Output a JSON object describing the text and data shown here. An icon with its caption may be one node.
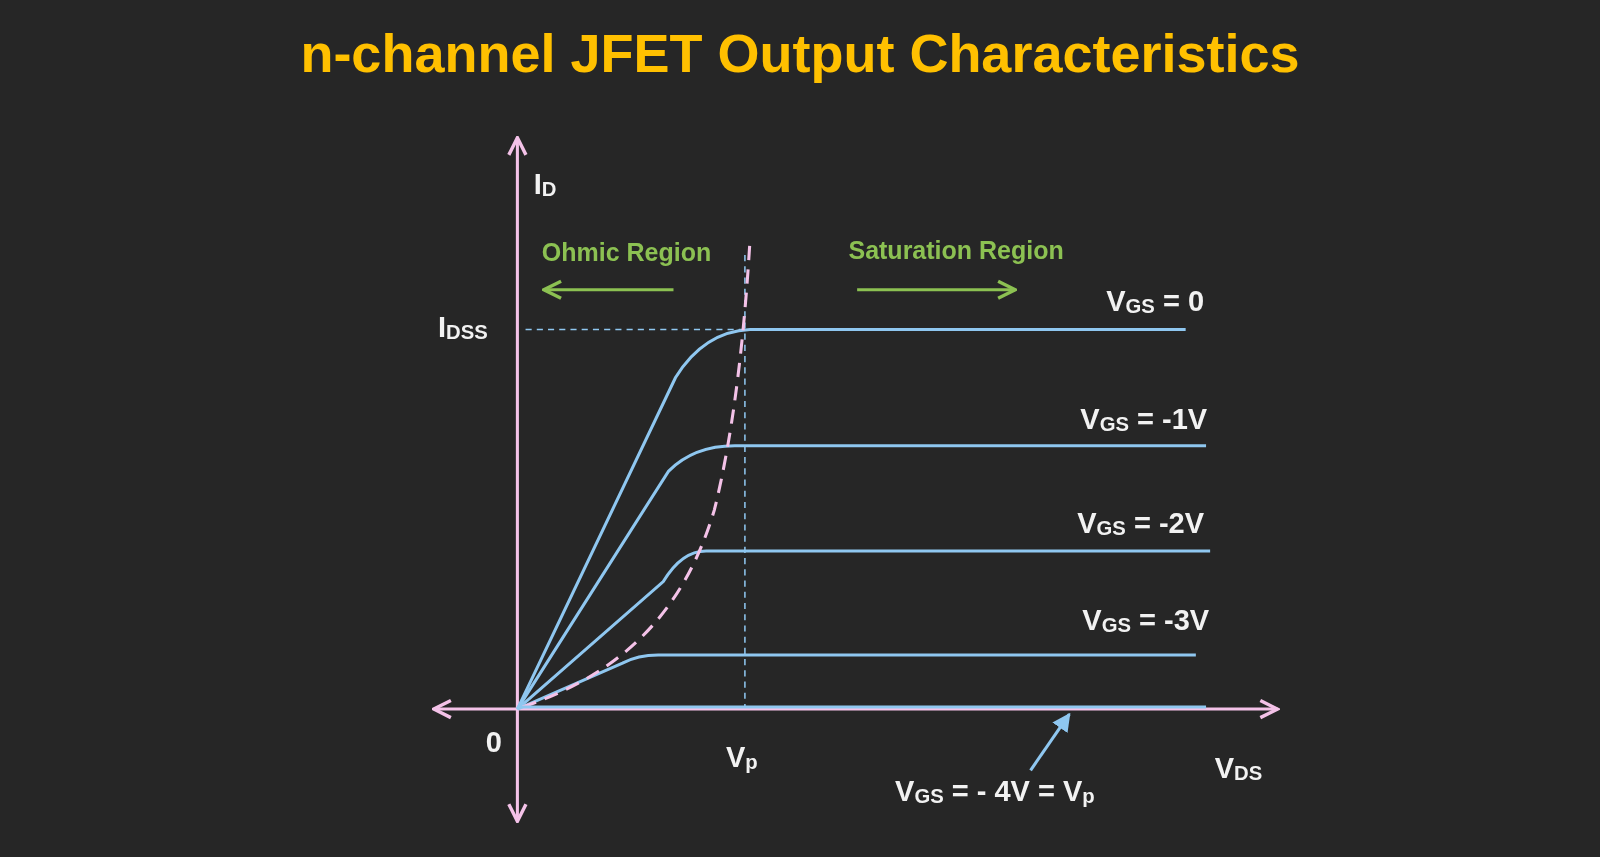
{
  "diagram": {
    "title": "n-channel JFET Output Characteristics",
    "nodes": [
      {
        "text": [
          "V$_{GS}$ = - 4V = V$_{p}$"
        ]
      },
      {
        "text": [],
        "shape": "line"
      }
    ],
    "edges": [
      {
        "from": 0,
        "to": 1,
        "arrow": "to"
      }
    ],
    "labels": [
      "I$_{D}$",
      "Ohmic Region",
      "Saturation Region",
      "I$_{DSS}$",
      "V$_{GS}$ = 0",
      "V$_{GS}$ = -1V",
      "V$_{GS}$ = -2V",
      "V$_{GS}$ = -3V",
      "0",
      "V$_{p}$",
      "V$_{DS}$"
    ]
  }
}
